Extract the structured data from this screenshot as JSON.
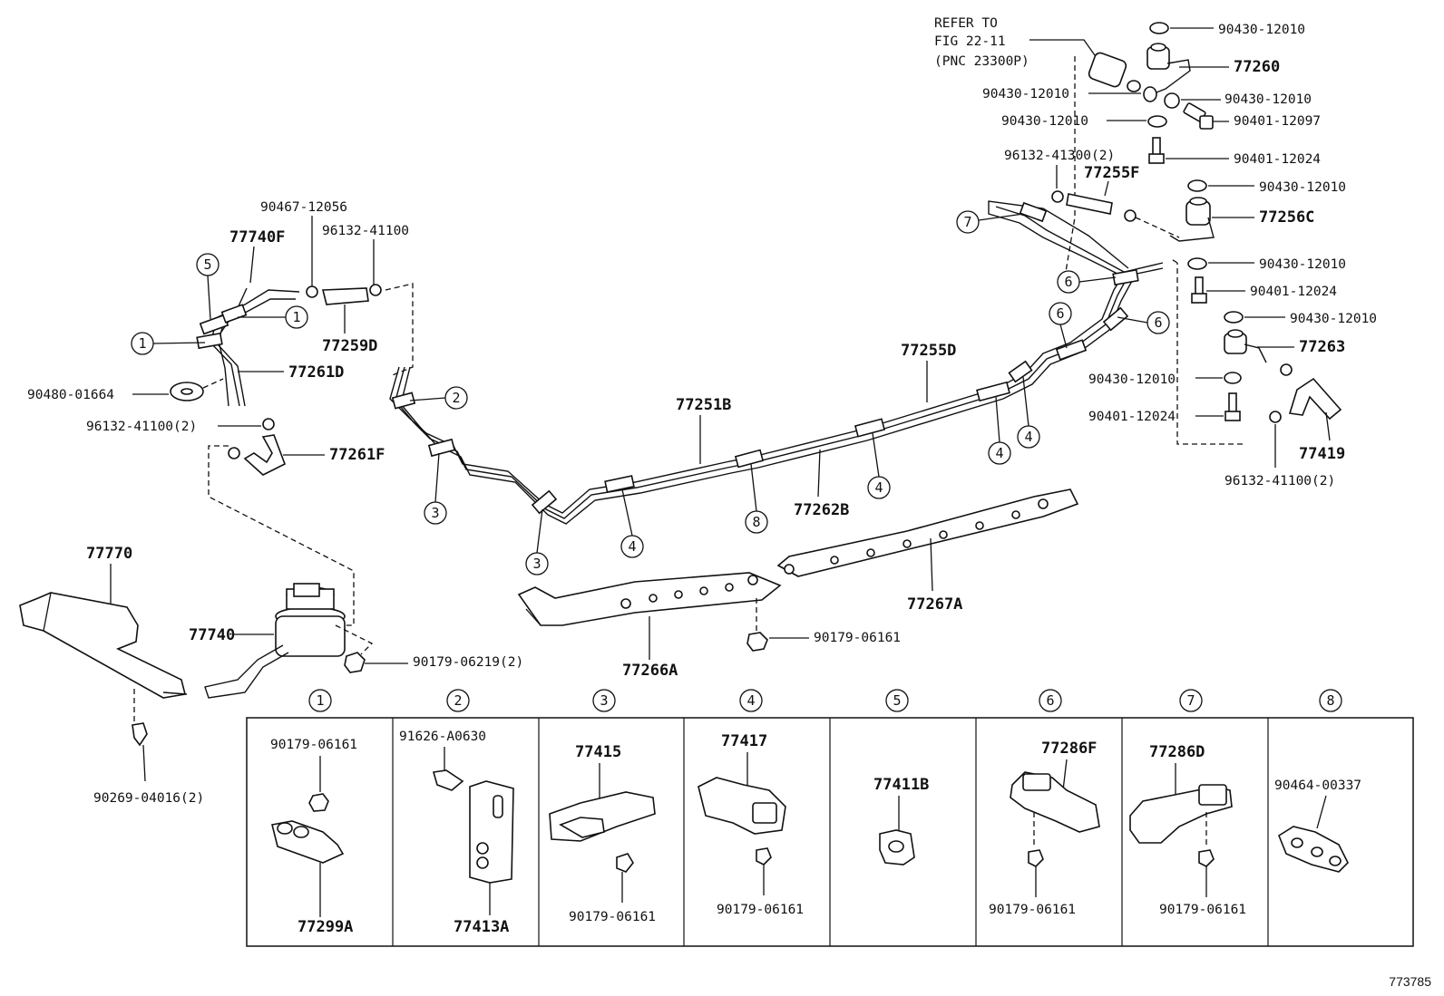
{
  "refer": {
    "line1": "REFER TO",
    "line2": "FIG 22-11",
    "line3": "(PNC 23300P)"
  },
  "parts": {
    "p90430_a": "90430-12010",
    "p77260": "77260",
    "p90430_b": "90430-12010",
    "p90430_c": "90430-12010",
    "p90430_d": "90430-12010",
    "p90401_a": "90401-12097",
    "p96132_41300": "96132-41300(2)",
    "p90401_b": "90401-12024",
    "p77255F": "77255F",
    "p90430_e": "90430-12010",
    "p77256C": "77256C",
    "p90430_f": "90430-12010",
    "p90401_c": "90401-12024",
    "p90430_g": "90430-12010",
    "p77263": "77263",
    "p90430_h": "90430-12010",
    "p90401_d": "90401-12024",
    "p77419": "77419",
    "p96132_41100_r": "96132-41100(2)",
    "p90467": "90467-12056",
    "p96132_41100_a": "96132-41100",
    "p77740F": "77740F",
    "p77259D": "77259D",
    "p77261D": "77261D",
    "p90480": "90480-01664",
    "p96132_41100_l": "96132-41100(2)",
    "p77261F": "77261F",
    "p77255D": "77255D",
    "p77251B": "77251B",
    "p77262B": "77262B",
    "p77267A": "77267A",
    "p77770": "77770",
    "p77740": "77740",
    "p90179_06219": "90179-06219(2)",
    "p90179_c": "90179-06161",
    "p77266A": "77266A",
    "p90269": "90269-04016(2)"
  },
  "callouts": {
    "c1": "1",
    "c2": "2",
    "c3": "3",
    "c4": "4",
    "c5": "5",
    "c6": "6",
    "c7": "7",
    "c8": "8"
  },
  "table": {
    "headers": [
      "1",
      "2",
      "3",
      "4",
      "5",
      "6",
      "7",
      "8"
    ],
    "cells": [
      {
        "top": "90179-06161",
        "bottom": "77299A"
      },
      {
        "top": "91626-A0630",
        "bottom": "77413A"
      },
      {
        "top": "77415",
        "bottom": "90179-06161"
      },
      {
        "top": "77417",
        "bottom": "90179-06161"
      },
      {
        "top": "77411B",
        "bottom": ""
      },
      {
        "top": "77286F",
        "bottom": "90179-06161"
      },
      {
        "top": "77286D",
        "bottom": "90179-06161"
      },
      {
        "top": "90464-00337",
        "bottom": ""
      }
    ]
  },
  "figure_id": "773785"
}
